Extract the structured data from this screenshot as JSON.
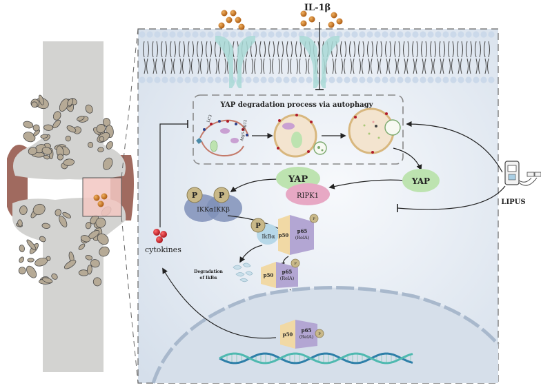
{
  "receptor": {
    "ligand_label": "IL-1β"
  },
  "autophagy": {
    "title": "YAP degradation process via autophagy",
    "lc3_label": "LC3",
    "atg_label": "Atg5-Atg12"
  },
  "proteins": {
    "yap_left": "YAP",
    "ripk1": "RIPK1",
    "yap_right": "YAP",
    "p_left": "P",
    "p_right": "P",
    "ikk": "IKKαIKKβ",
    "p_ikba": "P",
    "ikba": "IkBα",
    "p50": "p50",
    "p65": "p65",
    "rela": "(RelA)",
    "p_small": "P"
  },
  "labels": {
    "cytokines": "cytokines",
    "degradation_line1": "Degradation",
    "degradation_line2": "of IkBα",
    "lipus": "LIPUS"
  },
  "colors": {
    "bone": "#d3d3d1",
    "cartilage": "#a06a5f",
    "panel": "#e6ecf3",
    "membrane_bead": "#cbd9ea",
    "receptor": "#a9d9d6",
    "nucleus": "#d6dfea",
    "yap": "#bde3b0",
    "ripk1": "#e7a8c4",
    "ikk": "#8090b8",
    "p50": "#f1d9a5",
    "p65": "#b3a6d3",
    "p_circle": "#c8b888",
    "cytokine": "#c8202a",
    "ligand": "#c57b1d"
  }
}
